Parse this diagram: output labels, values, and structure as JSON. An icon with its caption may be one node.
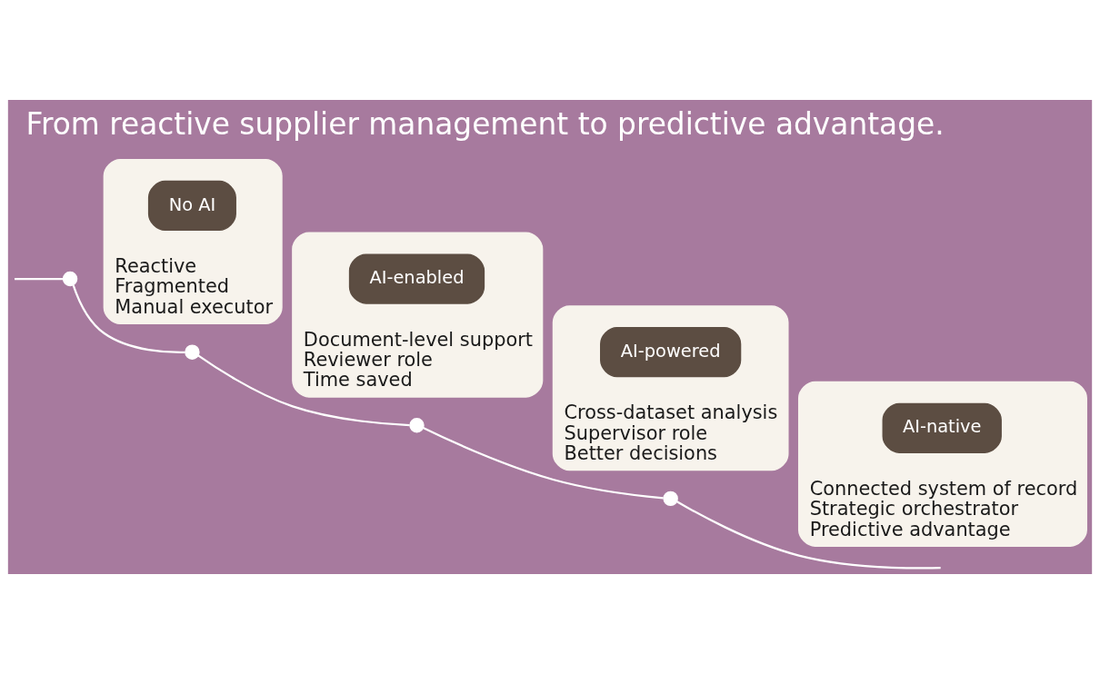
{
  "diagram": {
    "title": "From reactive supplier management to predictive advantage.",
    "nodes": [
      {
        "text": [],
        "shape": "circle"
      },
      {
        "text": [
          "Reactive",
          "Fragmented",
          "Manual executor"
        ]
      },
      {
        "text": [
          "No AI"
        ],
        "in": 1
      },
      {
        "text": [],
        "shape": "circle"
      },
      {
        "text": [
          "Document-level support",
          "Reviewer role",
          "Time saved"
        ]
      },
      {
        "text": [
          "AI-enabled"
        ],
        "in": 4
      },
      {
        "text": [],
        "shape": "circle"
      },
      {
        "text": [
          "Cross-dataset analysis",
          "Supervisor role",
          "Better decisions"
        ]
      },
      {
        "text": [
          "AI-powered"
        ],
        "in": 7
      },
      {
        "text": [],
        "shape": "circle"
      },
      {
        "text": [
          "Connected system of record",
          "Strategic orchestrator",
          "Predictive advantage"
        ]
      },
      {
        "text": [
          "AI-native"
        ],
        "in": 10
      }
    ],
    "edges": [
      {
        "from": null,
        "to": 0,
        "arrow": "none"
      },
      {
        "from": 0,
        "to": 3,
        "arrow": "none"
      },
      {
        "from": 3,
        "to": 6,
        "arrow": "none"
      },
      {
        "from": 6,
        "to": 9,
        "arrow": "none"
      },
      {
        "from": 9,
        "to": null,
        "arrow": "none"
      }
    ]
  }
}
